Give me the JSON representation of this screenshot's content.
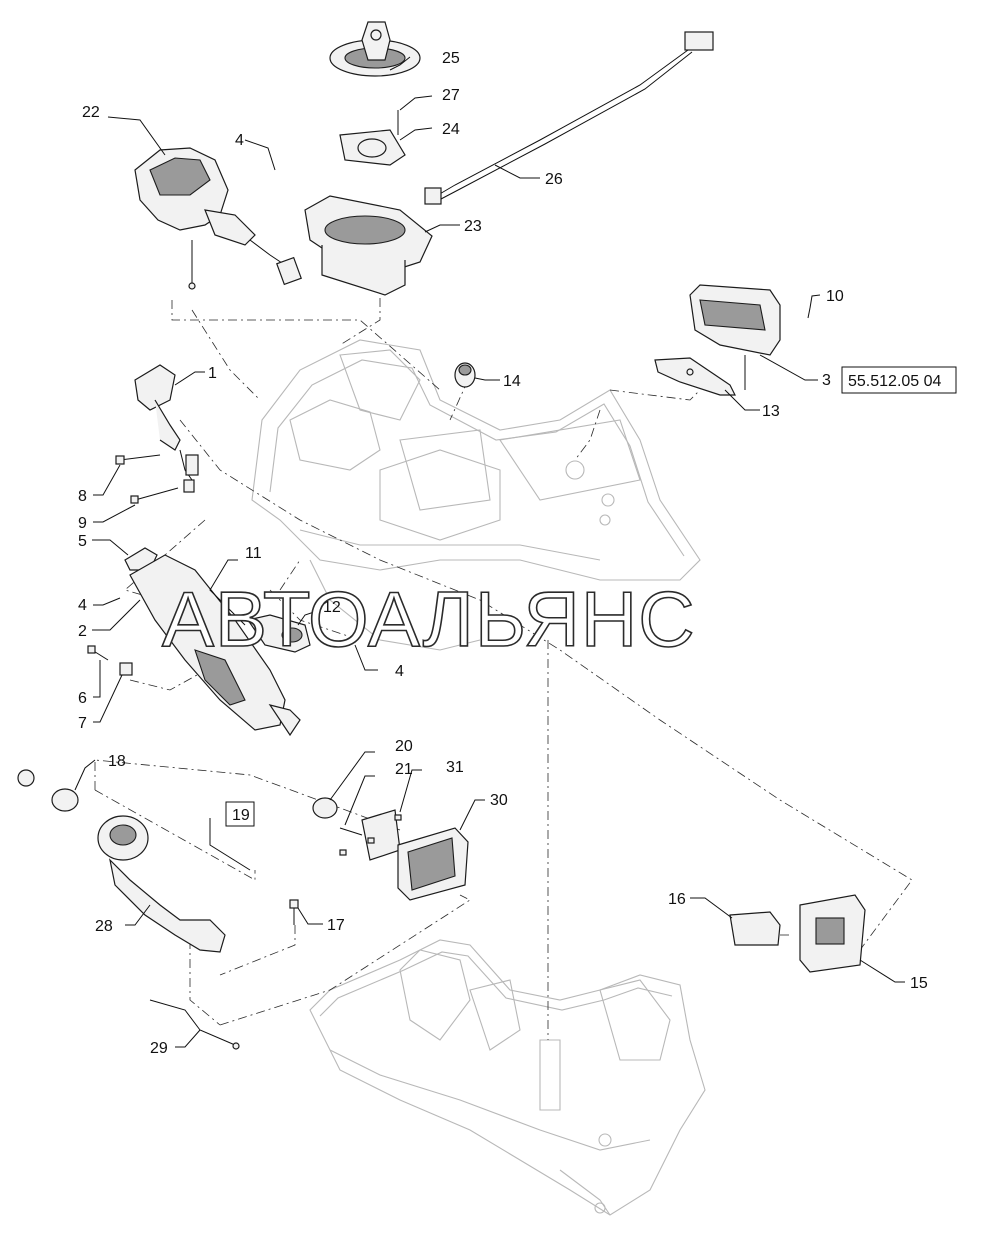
{
  "watermark": "АВТОАЛЬЯНС",
  "reference_box": "55.512.05 04",
  "boxed_callout": "19",
  "callouts": {
    "c1": "1",
    "c2": "2",
    "c3": "3",
    "c4a": "4",
    "c4b": "4",
    "c4c": "4",
    "c5": "5",
    "c6": "6",
    "c7": "7",
    "c8": "8",
    "c9": "9",
    "c10": "10",
    "c11": "11",
    "c12": "12",
    "c13": "13",
    "c14": "14",
    "c15": "15",
    "c16": "16",
    "c17": "17",
    "c18": "18",
    "c20": "20",
    "c21": "21",
    "c22": "22",
    "c23": "23",
    "c24": "24",
    "c25": "25",
    "c26": "26",
    "c27": "27",
    "c28": "28",
    "c29": "29",
    "c30": "30",
    "c31": "31"
  }
}
